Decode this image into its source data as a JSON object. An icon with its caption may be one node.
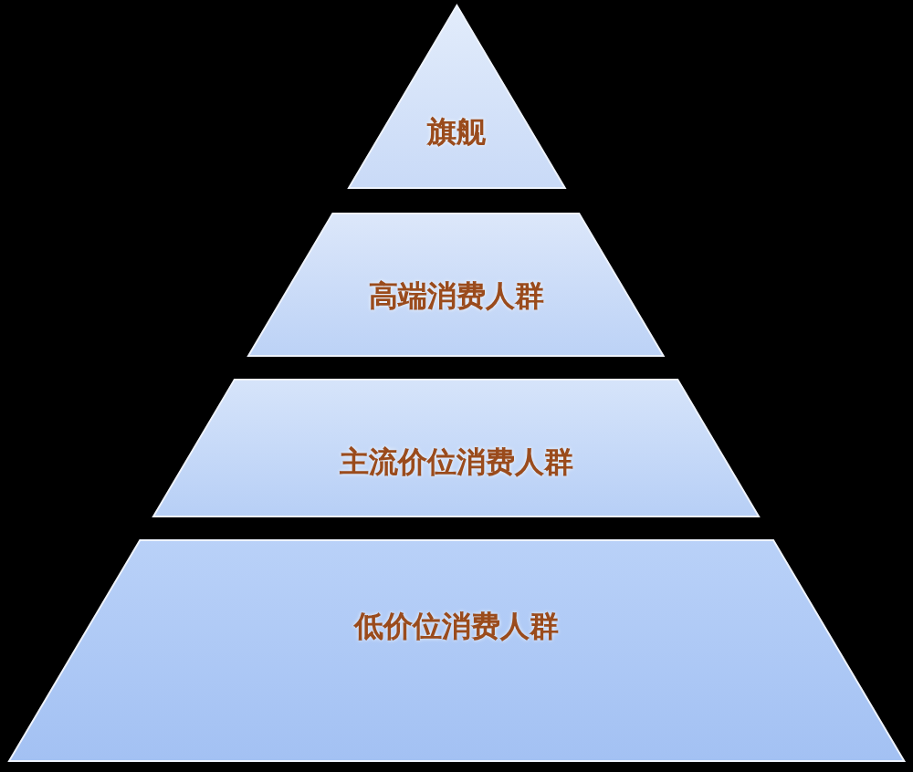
{
  "diagram": {
    "nodes": [
      {
        "text": [
          "旗舰"
        ]
      },
      {
        "text": [
          "高端消费人群"
        ]
      },
      {
        "text": [
          "主流价位消费人群"
        ]
      },
      {
        "text": [
          "低价位消费人群"
        ]
      }
    ]
  }
}
